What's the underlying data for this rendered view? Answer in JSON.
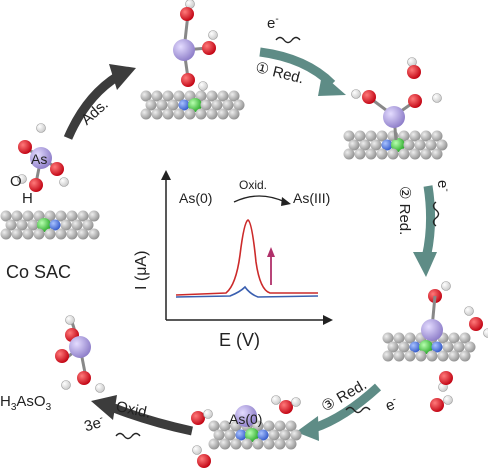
{
  "steps": {
    "ads": "Ads.",
    "red1": "① Red.",
    "red2": "② Red.",
    "red3": "③ Red.",
    "oxid": "Oxid."
  },
  "electron": "e",
  "electron_sup": "-",
  "three_e": "3e",
  "three_e_sup": "-",
  "catalyst_label": "Co SAC",
  "adsorbate_as": "As",
  "adsorbate_o": "O",
  "adsorbate_h": "H",
  "surface_as0": "As(0)",
  "product": {
    "prefix": "H",
    "s1": "3",
    "mid": "AsO",
    "s2": "3"
  },
  "inset": {
    "reaction_left": "As(0)",
    "reaction_arrow": "Oxid.",
    "reaction_right": "As(III)",
    "ylabel": "I (μA)",
    "xlabel": "E (V)"
  },
  "colors": {
    "arrow_dark": "#3c3c3c",
    "arrow_teal": "#5e8c86",
    "curve_red": "#cc2a2a",
    "curve_blue": "#3a5fb0",
    "as_atom": "#a79ad8",
    "o_atom": "#e0101a",
    "h_atom": "#ffffff",
    "co_atom": "#3fcf3f",
    "n_atom": "#4a78e8",
    "c_atom": "#b8b8b8"
  }
}
